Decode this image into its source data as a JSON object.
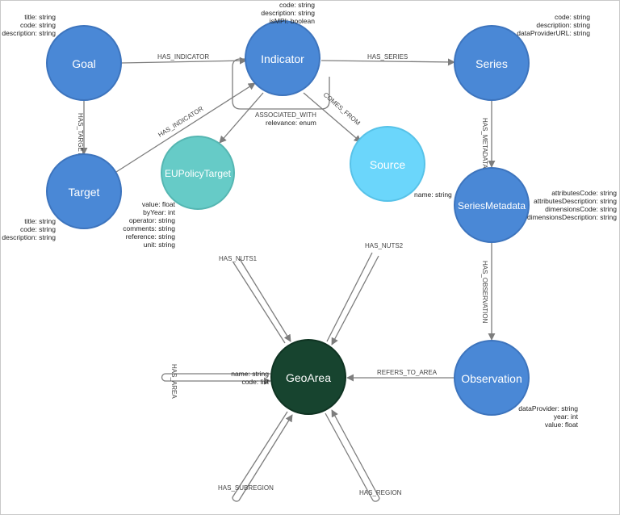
{
  "colors": {
    "node_blue": "#4a88d6",
    "node_blue_stroke": "#3d74bd",
    "node_teal": "#66cbc7",
    "node_teal_stroke": "#55b6b2",
    "node_lightblue": "#6bd6fb",
    "node_lightblue_stroke": "#57c2e8",
    "node_darkgreen": "#17442f",
    "node_darkgreen_stroke": "#0f3322",
    "edge": "#7d7d7d"
  },
  "nodes": {
    "goal": "Goal",
    "indicator": "Indicator",
    "series": "Series",
    "target": "Target",
    "eupolicytarget": "EUPolicyTarget",
    "source": "Source",
    "seriesmetadata": "SeriesMetadata",
    "geoarea": "GeoArea",
    "observation": "Observation"
  },
  "edges": {
    "has_indicator_goal": "HAS_INDICATOR",
    "has_series": "HAS_SERIES",
    "has_target": "HAS_TARGET",
    "has_indicator_target": "HAS_INDICATOR",
    "associated_with": "ASSOCIATED_WITH",
    "comes_from": "COMES_FROM",
    "has_metadata": "HAS_METADATA",
    "has_observation": "HAS_OBSERVATION",
    "refers_to_area": "REFERS_TO_AREA",
    "has_nuts1": "HAS_NUTS1",
    "has_nuts2": "HAS_NUTS2",
    "has_area": "HAS_AREA",
    "has_subregion": "HAS_SUBREGION",
    "has_region": "HAS_REGION"
  },
  "props": {
    "goal": [
      "title: string",
      "code: string",
      "description: string"
    ],
    "indicator": [
      "code: string",
      "description: string",
      "isMPI: boolean"
    ],
    "series": [
      "code: string",
      "description: string",
      "dataProviderURL: string"
    ],
    "target": [
      "title: string",
      "code: string",
      "description: string"
    ],
    "associated_with": [
      "relevance: enum"
    ],
    "source": [
      "name: string"
    ],
    "has_indicator_target": [
      "value: float",
      "byYear: int",
      "operator: string",
      "comments: string",
      "reference: string",
      "unit: string"
    ],
    "seriesmetadata": [
      "attributesCode: string",
      "attributesDescription: string",
      "dimensionsCode: string",
      "dimensionsDescription: string"
    ],
    "geoarea": [
      "name: string",
      "code: list"
    ],
    "observation": [
      "dataProvider: string",
      "year: int",
      "value: float"
    ]
  }
}
